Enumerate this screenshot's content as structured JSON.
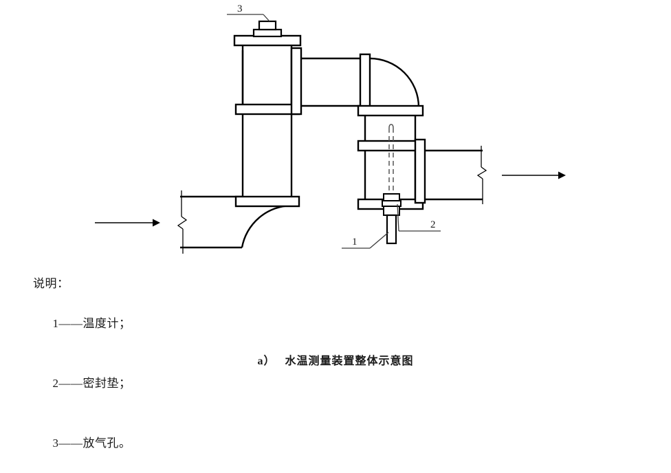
{
  "figure": {
    "caption_label": "a）",
    "caption_text": "水温测量装置整体示意图",
    "legend_title": "说明：",
    "legend_items": [
      {
        "number": "1",
        "dash": "——",
        "text": "温度计；"
      },
      {
        "number": "2",
        "dash": "——",
        "text": "密封垫；"
      },
      {
        "number": "3",
        "dash": "——",
        "text": "放气孔。"
      }
    ],
    "callouts": [
      {
        "id": "callout-1",
        "label": "1",
        "meaning": "thermometer"
      },
      {
        "id": "callout-2",
        "label": "2",
        "meaning": "sealing-gasket"
      },
      {
        "id": "callout-3",
        "label": "3",
        "meaning": "vent-hole"
      }
    ],
    "flow": {
      "inlet_arrow": "flow-arrow-inlet",
      "outlet_arrow": "flow-arrow-outlet"
    },
    "colors": {
      "line": "#000000",
      "background": "#ffffff",
      "dashed": "#555555"
    }
  }
}
